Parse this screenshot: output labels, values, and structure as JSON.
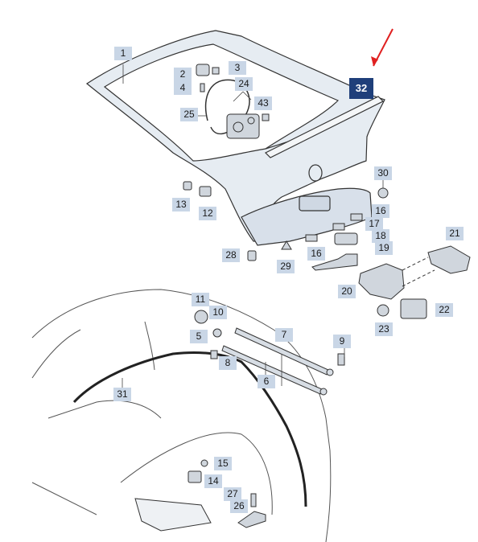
{
  "callouts": {
    "c1": "1",
    "c2": "2",
    "c3": "3",
    "c4": "4",
    "c5": "5",
    "c6": "6",
    "c7": "7",
    "c8": "8",
    "c9": "9",
    "c10": "10",
    "c11": "11",
    "c12": "12",
    "c13": "13",
    "c14": "14",
    "c15": "15",
    "c16a": "16",
    "c16b": "16",
    "c17": "17",
    "c18": "18",
    "c19": "19",
    "c20": "20",
    "c21": "21",
    "c22": "22",
    "c23": "23",
    "c24": "24",
    "c25": "25",
    "c26": "26",
    "c27": "27",
    "c28": "28",
    "c29": "29",
    "c30": "30",
    "c31": "31",
    "c32": "32",
    "c43": "43"
  },
  "colors": {
    "callout_bg": "#c9d6e6",
    "highlight_bg": "#1f3f7a",
    "highlight_arrow": "#e02020",
    "line": "#333333",
    "part_fill": "#e6ecf2"
  }
}
